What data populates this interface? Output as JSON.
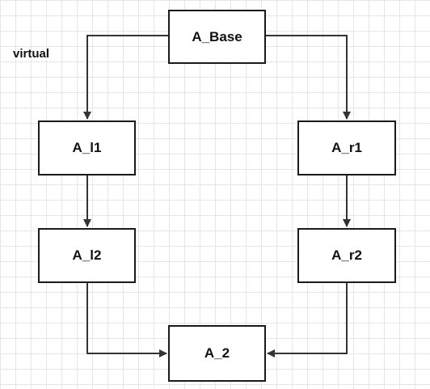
{
  "diagram": {
    "annotation": "virtual",
    "nodes": [
      {
        "id": "a-base",
        "label": "A_Base"
      },
      {
        "id": "a-l1",
        "label": "A_l1"
      },
      {
        "id": "a-l2",
        "label": "A_l2"
      },
      {
        "id": "a-r1",
        "label": "A_r1"
      },
      {
        "id": "a-r2",
        "label": "A_r2"
      },
      {
        "id": "a-2",
        "label": "A_2"
      }
    ],
    "edges": [
      {
        "from": "a-base",
        "to": "a-l1"
      },
      {
        "from": "a-base",
        "to": "a-r1"
      },
      {
        "from": "a-l1",
        "to": "a-l2"
      },
      {
        "from": "a-r1",
        "to": "a-r2"
      },
      {
        "from": "a-l2",
        "to": "a-2"
      },
      {
        "from": "a-r2",
        "to": "a-2"
      }
    ],
    "colors": {
      "line": "#333333",
      "node_border": "#1a1a1a",
      "grid": "#e6e6e6",
      "background": "#ffffff"
    }
  }
}
